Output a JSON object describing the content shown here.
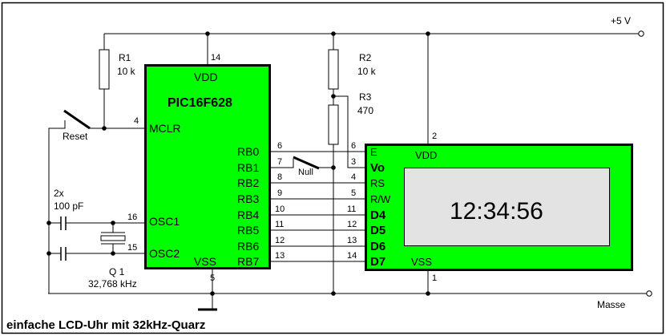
{
  "diagram": {
    "title": "einfache LCD-Uhr mit 32kHz-Quarz",
    "colors": {
      "chip_fill": "#00ff00",
      "lcd_screen": "#e3e3e3",
      "wire": "#000000",
      "background": "#ffffff"
    },
    "supply": {
      "vcc_label": "+5 V",
      "gnd_label": "Masse"
    },
    "mcu": {
      "name": "PIC16F628",
      "vdd_label": "VDD",
      "vss_label": "VSS",
      "vdd_pin": "14",
      "vss_pin": "5",
      "mclr": {
        "label": "MCLR",
        "pin": "4"
      },
      "osc1": {
        "label": "OSC1",
        "pin": "16"
      },
      "osc2": {
        "label": "OSC2",
        "pin": "15"
      },
      "portb": [
        {
          "label": "RB0",
          "pin": "6"
        },
        {
          "label": "RB1",
          "pin": "7"
        },
        {
          "label": "RB2",
          "pin": "8"
        },
        {
          "label": "RB3",
          "pin": "9"
        },
        {
          "label": "RB4",
          "pin": "10"
        },
        {
          "label": "RB5",
          "pin": "11"
        },
        {
          "label": "RB6",
          "pin": "12"
        },
        {
          "label": "RB7",
          "pin": "13"
        }
      ]
    },
    "lcd": {
      "display_text": "12:34:56",
      "vdd_label": "VDD",
      "vss_label": "VSS",
      "vdd_pin": "2",
      "vss_pin": "1",
      "pins": [
        {
          "label": "E",
          "pin": "6"
        },
        {
          "label": "Vo",
          "pin": "3"
        },
        {
          "label": "RS",
          "pin": "4"
        },
        {
          "label": "R/W",
          "pin": "5"
        },
        {
          "label": "D4",
          "pin": "11"
        },
        {
          "label": "D5",
          "pin": "12"
        },
        {
          "label": "D6",
          "pin": "13"
        },
        {
          "label": "D7",
          "pin": "14"
        }
      ]
    },
    "components": {
      "r1": {
        "name": "R1",
        "value": "10 k"
      },
      "r2": {
        "name": "R2",
        "value": "10 k"
      },
      "r3": {
        "name": "R3",
        "value": "470"
      },
      "caps": {
        "count": "2x",
        "value": "100 pF"
      },
      "q1": {
        "name": "Q 1",
        "value": "32,768 kHz"
      },
      "reset_switch": "Reset",
      "null_switch": "Null"
    }
  }
}
